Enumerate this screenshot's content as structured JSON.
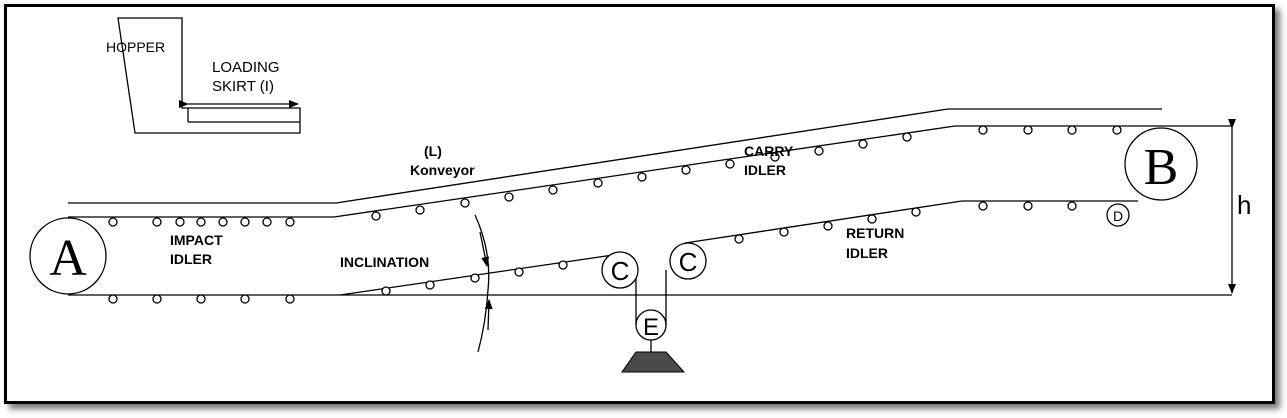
{
  "diagram": {
    "labels": {
      "hopper": "HOPPER",
      "loading_skirt_1": "LOADING",
      "loading_skirt_2": "SKIRT (I)",
      "konveyor_1": "(L)",
      "konveyor_2": "Konveyor",
      "carry_idler_1": "CARRY",
      "carry_idler_2": "IDLER",
      "impact_idler_1": "IMPACT",
      "impact_idler_2": "IDLER",
      "inclination": "INCLINATION",
      "return_idler_1": "RETURN",
      "return_idler_2": "IDLER",
      "height": "h"
    },
    "pulleys": {
      "a": "A",
      "b": "B",
      "c1": "C",
      "c2": "C",
      "d": "D",
      "e": "E"
    }
  }
}
